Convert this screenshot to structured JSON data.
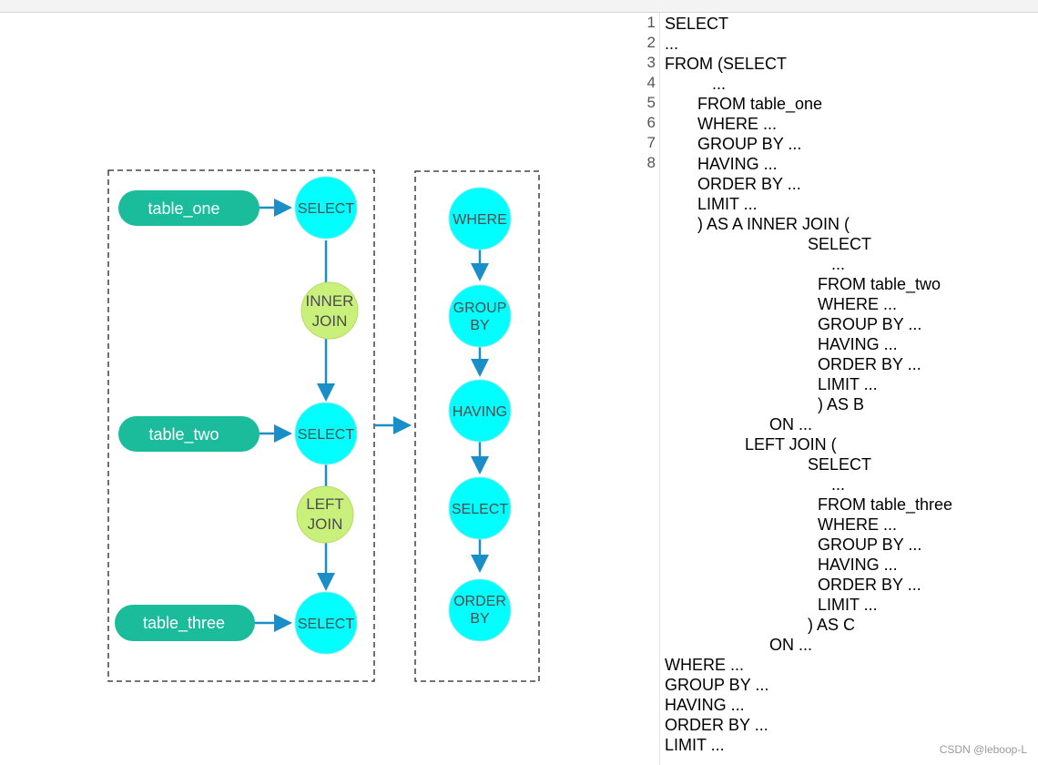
{
  "diagram": {
    "tables": [
      "table_one",
      "table_two",
      "table_three"
    ],
    "left_selects": [
      "SELECT",
      "SELECT",
      "SELECT"
    ],
    "joins": [
      {
        "line1": "INNER",
        "line2": "JOIN"
      },
      {
        "line1": "LEFT",
        "line2": "JOIN"
      }
    ],
    "pipeline": [
      {
        "line1": "WHERE",
        "line2": ""
      },
      {
        "line1": "GROUP",
        "line2": "BY"
      },
      {
        "line1": "HAVING",
        "line2": ""
      },
      {
        "line1": "SELECT",
        "line2": ""
      },
      {
        "line1": "ORDER",
        "line2": "BY"
      }
    ],
    "colors": {
      "table_pill": "#1abc9c",
      "select_node": "#00ffff",
      "join_node": "#c8f07a",
      "arrow": "#1a8fc7",
      "dashed_border": "#222222",
      "node_text": "#4d4d4d"
    }
  },
  "editor": {
    "line_numbers": [
      "1",
      "2",
      "3",
      "4",
      "5",
      "6",
      "7",
      "8"
    ],
    "code_lines": [
      "SELECT",
      "...",
      "FROM (SELECT",
      "...",
      "FROM table_one",
      "WHERE ...",
      "GROUP BY ...",
      "HAVING ...",
      "ORDER BY ...",
      "LIMIT ...",
      ") AS A INNER JOIN (",
      "SELECT",
      "...",
      "FROM table_two",
      "WHERE ...",
      "GROUP BY ...",
      "HAVING ...",
      "ORDER BY ...",
      "LIMIT ...",
      ") AS B",
      "ON ...",
      "LEFT JOIN (",
      "SELECT",
      "...",
      "FROM table_three",
      "WHERE ...",
      "GROUP BY ...",
      "HAVING ...",
      "ORDER BY ...",
      "LIMIT ...",
      ") AS C",
      "ON ...",
      "WHERE ...",
      "GROUP BY ...",
      "HAVING ...",
      "ORDER BY ...",
      "LIMIT ..."
    ]
  },
  "watermark": "CSDN @leboop-L"
}
